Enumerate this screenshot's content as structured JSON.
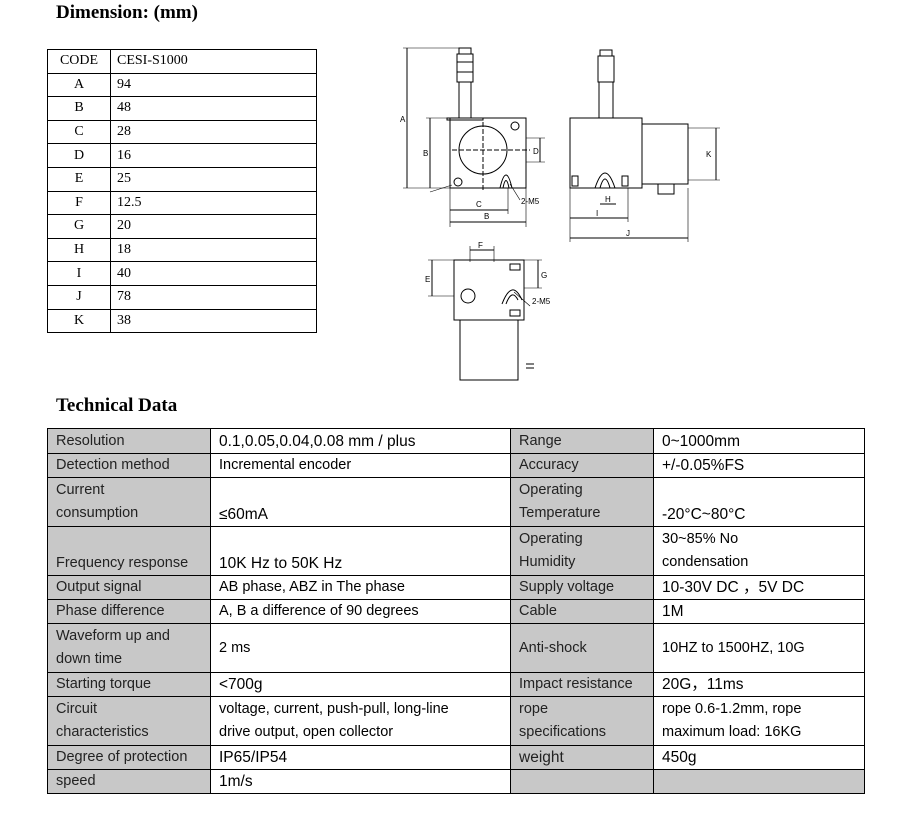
{
  "dimension": {
    "title": "Dimension: (mm)",
    "header": {
      "code": "CODE",
      "model": "CESI-S1000"
    },
    "rows": [
      {
        "code": "A",
        "value": "94"
      },
      {
        "code": "B",
        "value": "48"
      },
      {
        "code": "C",
        "value": "28"
      },
      {
        "code": "D",
        "value": "16"
      },
      {
        "code": "E",
        "value": "25"
      },
      {
        "code": "F",
        "value": "12.5"
      },
      {
        "code": "G",
        "value": "20"
      },
      {
        "code": "H",
        "value": "18"
      },
      {
        "code": "I",
        "value": "40"
      },
      {
        "code": "J",
        "value": "78"
      },
      {
        "code": "K",
        "value": "38"
      }
    ]
  },
  "drawing": {
    "labels": {
      "a": "A",
      "b": "B",
      "c": "C",
      "d": "D",
      "e": "E",
      "f": "F",
      "g": "G",
      "h": "H",
      "i": "I",
      "j": "J",
      "k": "K",
      "m5": "2-M5"
    }
  },
  "technical": {
    "title": "Technical Data",
    "rows": [
      {
        "l1": "Resolution",
        "v1": "0.1,0.05,0.04,0.08 mm / plus",
        "l2": "Range",
        "v2": "0~1000mm"
      },
      {
        "l1": "Detection method",
        "v1": "Incremental encoder",
        "l2": "Accuracy",
        "v2": "+/-0.05%FS"
      },
      {
        "l1a": "Current",
        "l1b": "consumption",
        "v1": "≤60mA",
        "l2a": "Operating",
        "l2b": "Temperature",
        "v2": "-20°C~80°C"
      },
      {
        "l1": "Frequency response",
        "v1": "10K Hz to 50K Hz",
        "l2a": "Operating",
        "l2b": "Humidity",
        "v2a": "30~85% No",
        "v2b": "condensation"
      },
      {
        "l1": "Output signal",
        "v1": "AB phase, ABZ in The phase",
        "l2": "Supply voltage",
        "v2": "10-30V DC ，5V DC"
      },
      {
        "l1": "Phase difference",
        "v1": "A, B a difference of 90 degrees",
        "l2": "Cable",
        "v2": "1M"
      },
      {
        "l1a": "Waveform up and",
        "l1b": "down time",
        "v1": "2 ms",
        "l2": "Anti-shock",
        "v2": "10HZ to 1500HZ, 10G"
      },
      {
        "l1": "Starting torque",
        "v1": "<700g",
        "l2": "Impact resistance",
        "v2": "20G，11ms"
      },
      {
        "l1a": "Circuit",
        "l1b": "characteristics",
        "v1a": "voltage, current, push-pull, long-line",
        "v1b": "drive output, open collector",
        "l2a": "rope",
        "l2b": "specifications",
        "v2a": "rope 0.6-1.2mm, rope",
        "v2b": "maximum load: 16KG"
      },
      {
        "l1": "Degree of protection",
        "v1": "IP65/IP54",
        "l2": "weight",
        "v2": "450g"
      },
      {
        "l1": "speed",
        "v1": "1m/s"
      }
    ]
  }
}
